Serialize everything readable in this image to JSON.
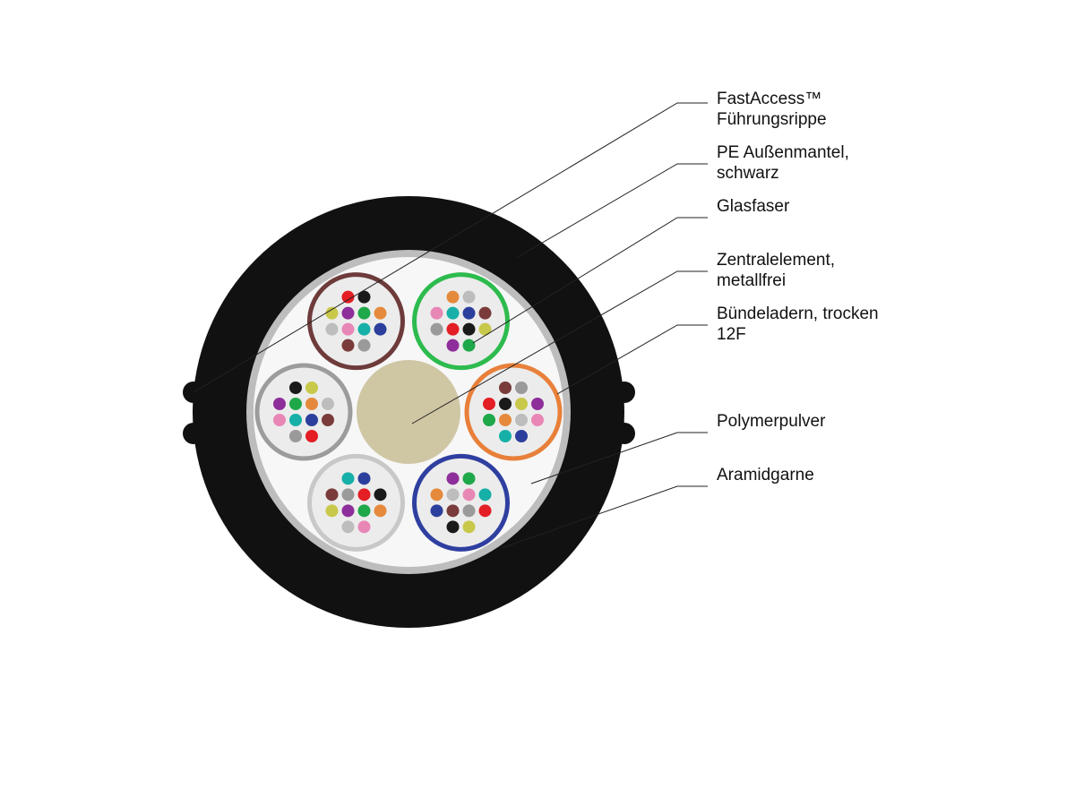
{
  "labels": {
    "fastaccess": {
      "line1": "FastAccess™",
      "line2": "Führungsrippe"
    },
    "jacket": {
      "line1": "PE Außenmantel,",
      "line2": "schwarz"
    },
    "fiber": {
      "line1": "Glasfaser"
    },
    "central": {
      "line1": "Zentralelement,",
      "line2": "metallfrei"
    },
    "tubes": {
      "line1": "Bündeladern, trocken",
      "line2": "12F"
    },
    "powder": {
      "line1": "Polymerpulver"
    },
    "aramid": {
      "line1": "Aramidgarne"
    }
  },
  "colors": {
    "jacket": "#111111",
    "aramid_ring": "#bdbdbd",
    "powder_fill": "#f7f7f7",
    "central_element": "#cfc6a4",
    "tube_fill": "#ececec",
    "tube_rings": [
      "#6e3b3b",
      "#2dbb4e",
      "#e8803a",
      "#2f3fa0",
      "#c8c8c8",
      "#9c9c9c"
    ],
    "fiber_palette": [
      "#e31e24",
      "#1a1a1a",
      "#c8c84a",
      "#8e2e9a",
      "#1fa84a",
      "#e58a3c",
      "#bdbdbd",
      "#e887b6",
      "#16b0a8",
      "#2c3f9c",
      "#7a3b3b",
      "#9a9a9a"
    ]
  }
}
